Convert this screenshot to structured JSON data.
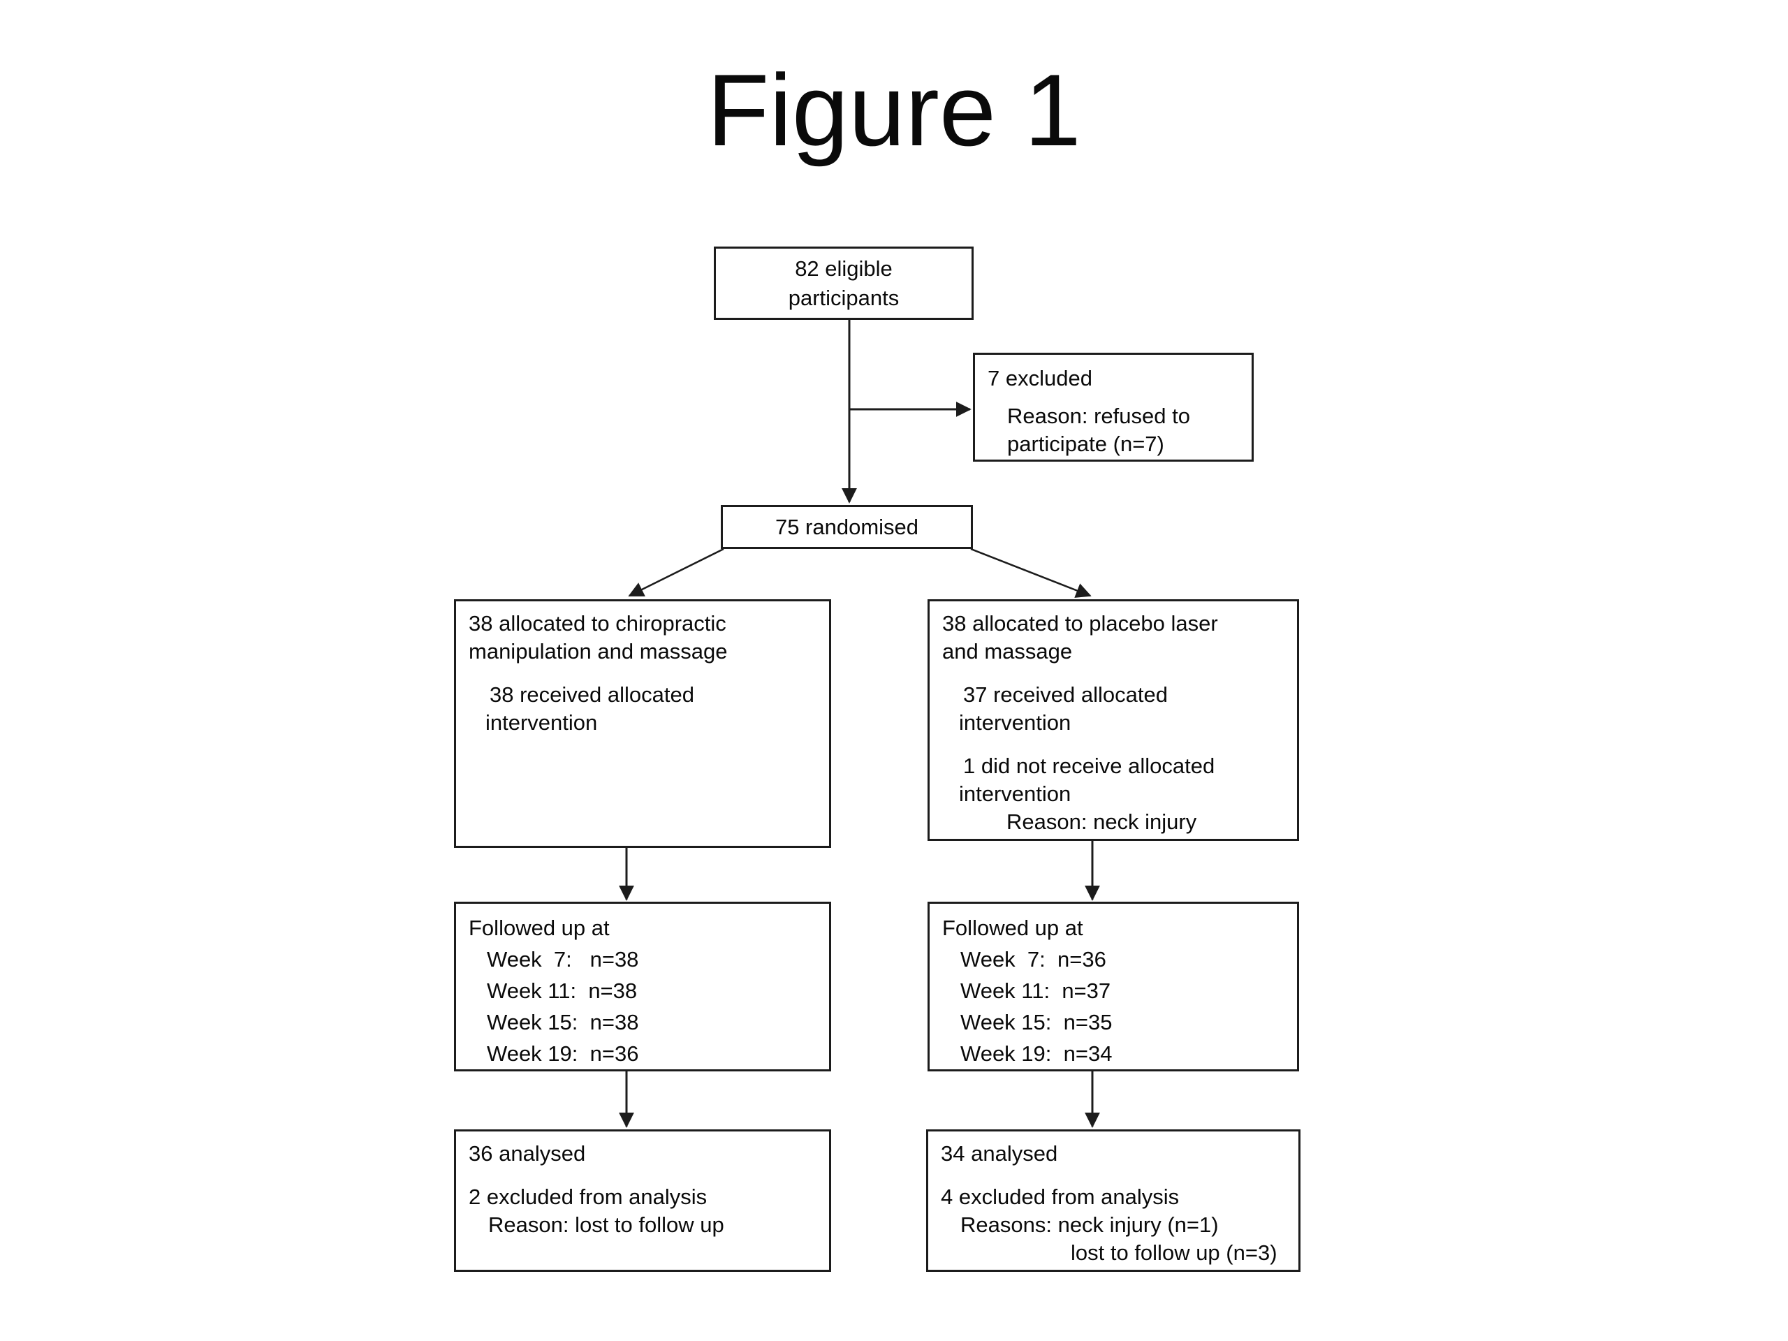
{
  "figure": {
    "title": "Figure 1"
  },
  "colors": {
    "ink": "#1c1c1c",
    "background": "#ffffff"
  },
  "boxes": {
    "eligible": {
      "line1": "82 eligible",
      "line2": "participants"
    },
    "excluded": {
      "heading": "7 excluded",
      "reason_line1": "Reason: refused to",
      "reason_line2": "participate (n=7)"
    },
    "randomised": {
      "label": "75 randomised"
    },
    "alloc_left": {
      "heading_line1": "38 allocated to chiropractic",
      "heading_line2": "manipulation and massage",
      "received_line1": "38 received allocated",
      "received_line2": "intervention"
    },
    "alloc_right": {
      "heading_line1": "38 allocated to placebo laser",
      "heading_line2": "and massage",
      "received_line1": "37 received allocated",
      "received_line2": "intervention",
      "not_received_line1": "1 did not receive allocated",
      "not_received_line2": "intervention",
      "reason": "Reason: neck injury"
    },
    "followup_left": {
      "heading": "Followed up at",
      "rows": [
        "Week  7:   n=38",
        "Week 11:  n=38",
        "Week 15:  n=38",
        "Week 19:  n=36"
      ]
    },
    "followup_right": {
      "heading": "Followed up at",
      "rows": [
        "Week  7:  n=36",
        "Week 11:  n=37",
        "Week 15:  n=35",
        "Week 19:  n=34"
      ]
    },
    "analysed_left": {
      "heading": "36 analysed",
      "excluded": "2 excluded from analysis",
      "reason": "Reason: lost to follow up"
    },
    "analysed_right": {
      "heading": "34 analysed",
      "excluded": "4 excluded from analysis",
      "reason_line1": "Reasons: neck injury (n=1)",
      "reason_line2": "lost to follow up (n=3)"
    }
  }
}
